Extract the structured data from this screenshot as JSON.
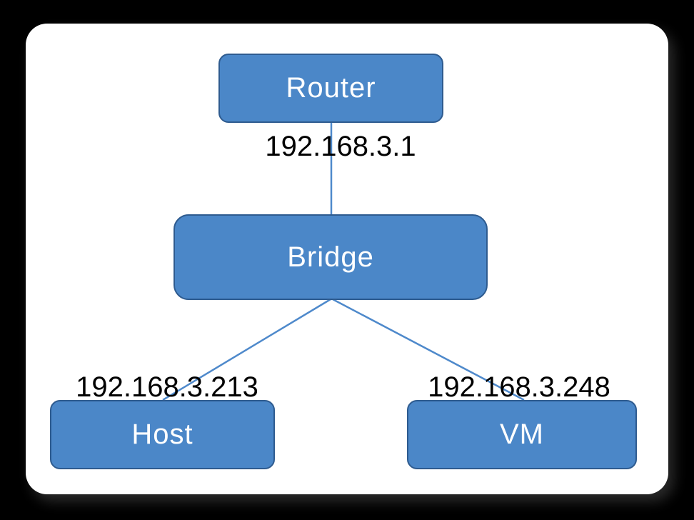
{
  "window": {
    "background": "#000000",
    "card_background": "#FFFFFF"
  },
  "diagram": {
    "type": "network-topology",
    "nodes": [
      {
        "id": "router",
        "label": "Router"
      },
      {
        "id": "bridge",
        "label": "Bridge"
      },
      {
        "id": "host",
        "label": "Host"
      },
      {
        "id": "vm",
        "label": "VM"
      }
    ],
    "ip_labels": [
      {
        "attached_to": "router",
        "text": "192.168.3.1"
      },
      {
        "attached_to": "host",
        "text": "192.168.3.213"
      },
      {
        "attached_to": "vm",
        "text": "192.168.3.248"
      }
    ],
    "edges": [
      {
        "from": "router",
        "to": "bridge"
      },
      {
        "from": "bridge",
        "to": "host"
      },
      {
        "from": "bridge",
        "to": "vm"
      }
    ],
    "colors": {
      "node_fill": "#4B87C8",
      "node_border": "#2E5B8F",
      "edge_line": "#4E89CB",
      "node_text": "#FFFFFF",
      "ip_text": "#000000"
    }
  }
}
